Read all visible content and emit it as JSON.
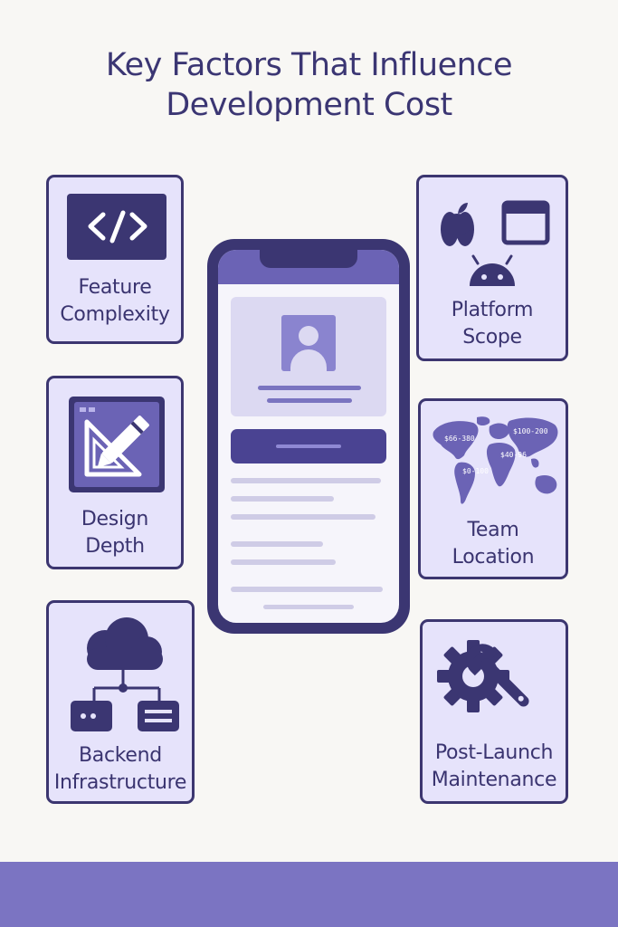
{
  "title": {
    "line1": "Key Factors That Influence",
    "line2": "Development Cost"
  },
  "factors": {
    "feature": {
      "line1": "Feature",
      "line2": "Complexity",
      "icon": "code-icon"
    },
    "design": {
      "line1": "Design",
      "line2": "Depth",
      "icon": "design-pencil-icon"
    },
    "backend": {
      "line1": "Backend",
      "line2": "Infrastructure",
      "icon": "cloud-network-icon"
    },
    "platform": {
      "line1": "Platform",
      "line2": "Scope",
      "icon": "platforms-icon"
    },
    "location": {
      "line1": "Team",
      "line2": "Location",
      "icon": "world-map-icon",
      "map_rates": [
        "$66-380",
        "$100-200",
        "$40-96",
        "$0-100"
      ]
    },
    "maintenance": {
      "line1": "Post-Launch",
      "line2": "Maintenance",
      "icon": "gear-wrench-icon"
    }
  },
  "colors": {
    "background": "#f8f7f4",
    "card": "#e6e3fb",
    "border": "#3c3670",
    "accent": "#7b74c2"
  }
}
